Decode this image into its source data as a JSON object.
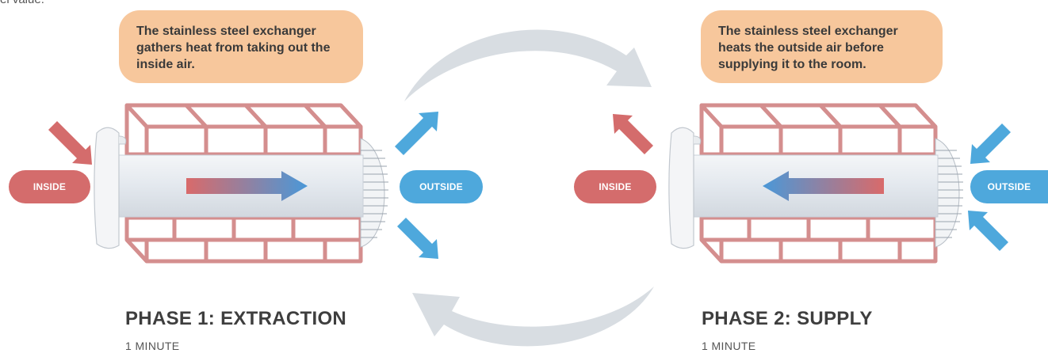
{
  "top_cutoff_text": "el value.",
  "phase1": {
    "callout": "The stainless steel exchanger gathers heat from taking out the inside air.",
    "inside_label": "INSIDE",
    "outside_label": "OUTSIDE",
    "title": "PHASE 1: EXTRACTION",
    "duration": "1 MINUTE"
  },
  "phase2": {
    "callout": "The stainless steel exchanger heats the outside air before supplying it to the room.",
    "inside_label": "INSIDE",
    "outside_label": "OUTSIDE",
    "title": "PHASE 2: SUPPLY",
    "duration": "1 MINUTE"
  },
  "colors": {
    "callout_bg": "#f7c79c",
    "inside": "#d46c6c",
    "outside": "#4ea8dc",
    "brick": "#d48e8e",
    "tube": "#e4e9ef",
    "cycle_arrow": "#d8dde2"
  }
}
